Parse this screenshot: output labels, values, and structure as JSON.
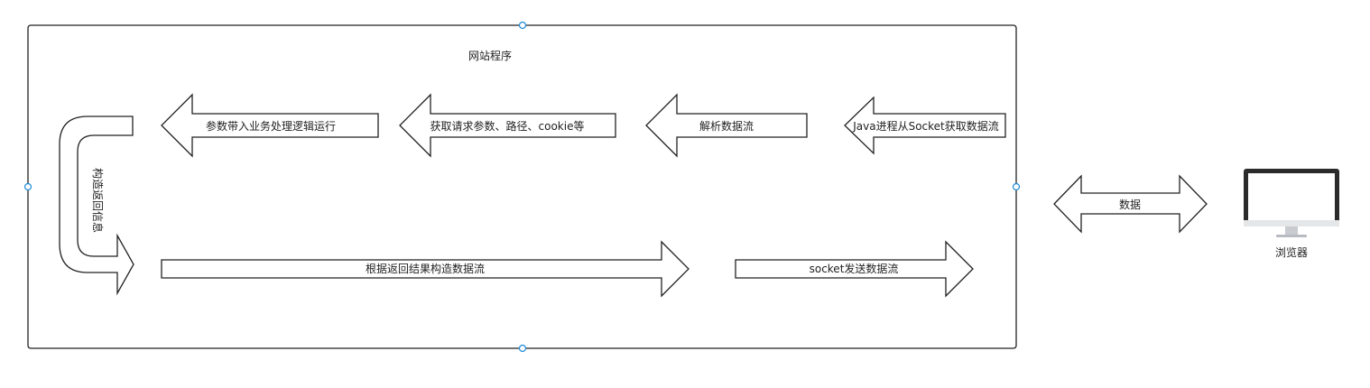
{
  "container": {
    "title": "网站程序"
  },
  "top_flow": [
    {
      "id": "java",
      "label": "Java进程从Socket获取数据流"
    },
    {
      "id": "parse",
      "label": "解析数据流"
    },
    {
      "id": "params",
      "label": "获取请求参数、路径、cookie等"
    },
    {
      "id": "logic",
      "label": "参数带入业务处理逻辑运行"
    }
  ],
  "u_turn": {
    "label": "构造返回信息"
  },
  "bottom_flow": [
    {
      "id": "build",
      "label": "根据返回结果构造数据流"
    },
    {
      "id": "send",
      "label": "socket发送数据流"
    }
  ],
  "exchange": {
    "label": "数据"
  },
  "browser": {
    "label": "浏览器",
    "icon": "monitor-icon"
  },
  "colors": {
    "stroke": "#222222",
    "handle": "#1f8ad6",
    "monitor_frame": "#2b2b2b",
    "monitor_screen": "#ffffff",
    "monitor_stand": "#c8ccd0"
  }
}
